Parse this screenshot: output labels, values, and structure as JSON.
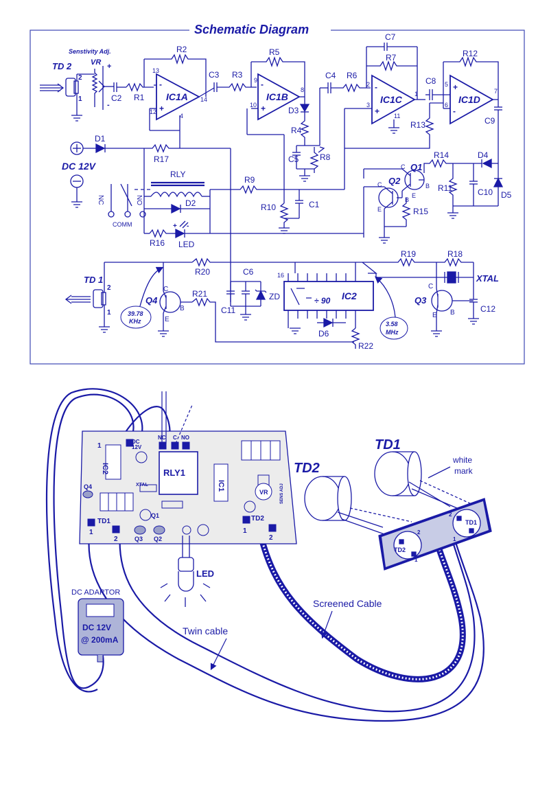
{
  "schematic": {
    "title": "Schematic Diagram",
    "sensitivity_label": "Senstivity Adj.",
    "vr": "VR",
    "td2": "TD 2",
    "td1": "TD 1",
    "dc12v": "DC 12V",
    "ic": [
      "IC1A",
      "IC1B",
      "IC1C",
      "IC1D",
      "IC2"
    ],
    "resistors": [
      "R1",
      "R2",
      "R3",
      "R4",
      "R5",
      "R6",
      "R7",
      "R8",
      "R9",
      "R10",
      "R11",
      "R12",
      "R13",
      "R14",
      "R15",
      "R16",
      "R17",
      "R18",
      "R19",
      "R20",
      "R21",
      "R22"
    ],
    "capacitors": [
      "C1",
      "C2",
      "C3",
      "C4",
      "C5",
      "C6",
      "C7",
      "C8",
      "C9",
      "C10",
      "C11",
      "C12"
    ],
    "diodes": [
      "D1",
      "D2",
      "D3",
      "D4",
      "D5",
      "D6"
    ],
    "transistors": [
      "Q1",
      "Q2",
      "Q3",
      "Q4"
    ],
    "rly": "RLY",
    "led": "LED",
    "zd": "ZD",
    "xtal": "XTAL",
    "freq1": "39.78 KHz",
    "freq1_a": "39.78",
    "freq1_b": "KHz",
    "freq2_a": "3.58",
    "freq2_b": "MHz",
    "relay_contacts": [
      "NC",
      "COMM",
      "NO"
    ],
    "pins": [
      "13",
      "12",
      "14",
      "4",
      "9",
      "10",
      "8",
      "2",
      "3",
      "1",
      "11",
      "5",
      "6",
      "7",
      "16"
    ],
    "ic2_mark": "÷ 90",
    "pin_labels": [
      "C",
      "B",
      "E"
    ],
    "signs": [
      "+",
      "-"
    ]
  },
  "layout_diagram": {
    "pcb_labels": {
      "dc": "DC",
      "v12": "12V",
      "nc": "NC",
      "c": "C",
      "no": "NO",
      "rly1": "RLY1",
      "ic1": "IC1",
      "ic2": "IC2",
      "vr": "VR",
      "td1": "TD1",
      "td2": "TD2",
      "led": "LED",
      "xtal": "XTAL",
      "q1": "Q1",
      "q2": "Q2",
      "q3": "Q3",
      "q4": "Q4",
      "sens_adj": "SENS ADJ"
    },
    "td1": "TD1",
    "td2": "TD2",
    "white_mark": "white mark",
    "white_mark_a": "white",
    "white_mark_b": "mark",
    "screened_cable": "Screened Cable",
    "twin_cable": "Twin cable",
    "adaptor_title": "DC ADAPTOR",
    "adaptor_line1": "DC 12V",
    "adaptor_line2": "@ 200mA",
    "led": "LED"
  },
  "colors": {
    "ink": "#1a1aa6",
    "frame": "#3c46b4",
    "pcb": "#ececec"
  }
}
